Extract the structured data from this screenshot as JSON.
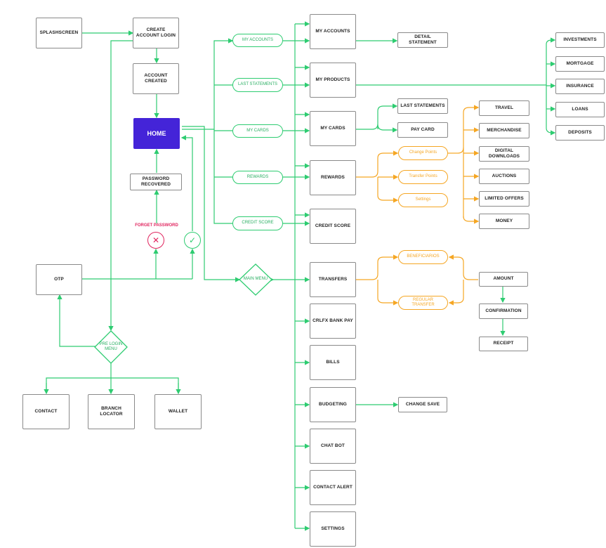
{
  "colors": {
    "green": "#2ecc71",
    "orange": "#f5a623",
    "home": "#4424d8",
    "error": "#e0245e",
    "box_border": "#8a8a8a"
  },
  "nodes": {
    "splashscreen": "SPLASHSCREEN",
    "create_account": "CREATE ACCOUNT LOGIN",
    "account_created": "ACCOUNT CREATED",
    "home": "HOME",
    "password_recovered": "PASSWORD RECOVERED",
    "otp": "OTP",
    "contact": "CONTACT",
    "branch_locator": "BRANCH LOCATOR",
    "wallet": "WALLET",
    "my_accounts": "MY ACCOUNTS",
    "my_products": "MY PRODUCTS",
    "my_cards": "MY CARDS",
    "rewards": "REWARDS",
    "credit_score": "CREDIT SCORE",
    "transfers": "TRANSFERS",
    "crlfx_bank_pay": "CRLFX BANK PAY",
    "bills": "BILLS",
    "budgeting": "BUDGETING",
    "chat_bot": "CHAT BOT",
    "contact_alert": "CONTACT ALERT",
    "settings": "SETTINGS",
    "detail_statement": "DETAIL STATEMENT",
    "last_statements_box": "LAST STATEMENTS",
    "pay_card": "PAY CARD",
    "change_save": "CHANGE SAVE",
    "investments": "INVESTMENTS",
    "mortgage": "MORTGAGE",
    "insurance": "INSURANCE",
    "loans": "LOANS",
    "deposits": "DEPOSITS",
    "travel": "TRAVEL",
    "merchandise": "MERCHANDISE",
    "digital_downloads": "DIGITAL DOWNLOADS",
    "auctions": "AUCTIONS",
    "limited_offers": "LIMITED OFFERS",
    "money": "MONEY",
    "amount": "AMOUNT",
    "confirmation": "CONFIRMATION",
    "receipt": "RECEIPT"
  },
  "pills": {
    "my_accounts": "MY ACCOUNTS",
    "last_statements": "LAST STATEMENTS",
    "my_cards": "MY CARDS",
    "rewards": "REWARDS",
    "credit_score": "CREDIT SCORE",
    "change_points": "Change Points",
    "transfer_points": "Transfer Points",
    "settings": "Settings",
    "beneficiarios": "BENEFICIARIOS",
    "regular_transfer": "REGULAR TRANSFER"
  },
  "diamonds": {
    "main_menu": "MAIN MENU",
    "pre_login_menu": "PRE LOGIN MENU"
  },
  "labels": {
    "forget_password": "FORGET PASSWORD"
  },
  "icons": {
    "fail": "close-icon",
    "success": "check-icon"
  }
}
